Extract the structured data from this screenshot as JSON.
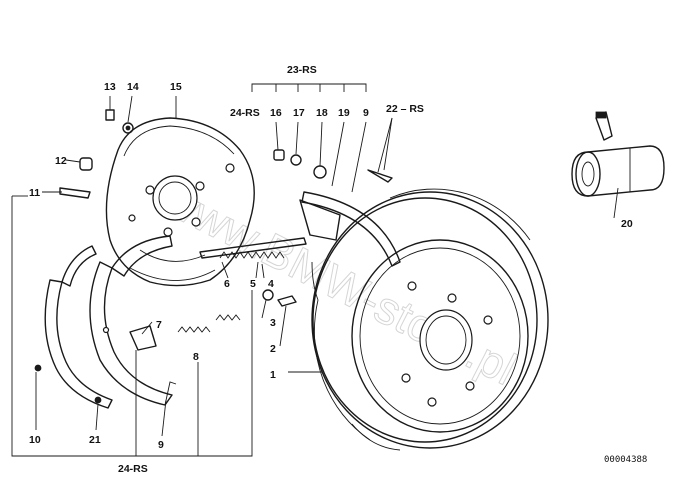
{
  "diagram": {
    "watermark": "www.BMW-store.pl",
    "diagram_number": "00004388",
    "labels": {
      "p1": "1",
      "p2": "2",
      "p3": "3",
      "p4": "4",
      "p5": "5",
      "p6": "6",
      "p7": "7",
      "p8": "8",
      "p9_top": "9",
      "p9_bottom": "9",
      "p10": "10",
      "p11": "11",
      "p12": "12",
      "p13": "13",
      "p14": "14",
      "p15": "15",
      "p16": "16",
      "p17": "17",
      "p18": "18",
      "p19": "19",
      "p20": "20",
      "p21": "21",
      "p22": "22 – RS",
      "p23": "23-RS",
      "p24_top": "24-RS",
      "p24_bottom": "24-RS"
    }
  }
}
